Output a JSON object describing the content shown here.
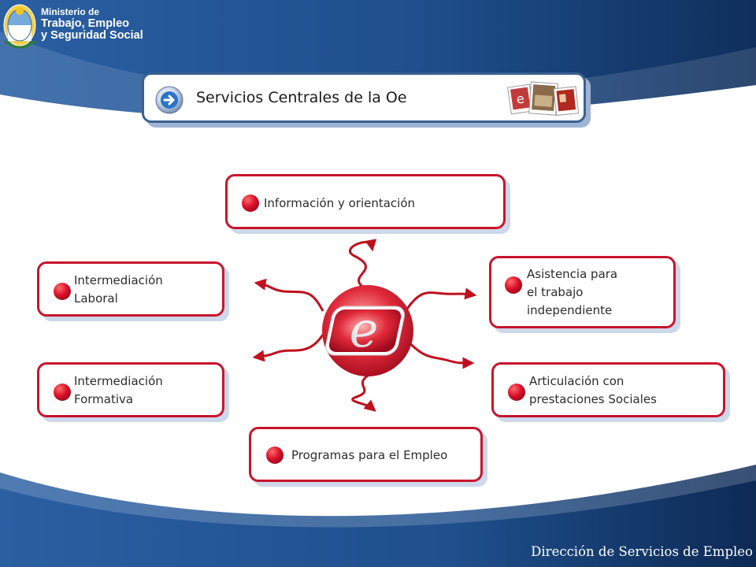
{
  "header": {
    "ministry_line1": "Ministerio de",
    "ministry_line2": "Trabajo, Empleo",
    "ministry_line3": "y Seguridad Social",
    "title": "Servicios Centrales de la Oe"
  },
  "center_icon": {
    "letter": "e"
  },
  "services": [
    {
      "id": "informacion",
      "label": "Información y  orientación"
    },
    {
      "id": "intermediacion-laboral",
      "label": "Intermediación\nLaboral"
    },
    {
      "id": "asistencia",
      "label": "Asistencia para\nel trabajo\nindependiente"
    },
    {
      "id": "intermediacion-formativa",
      "label": "Intermediación\nFormativa"
    },
    {
      "id": "articulacion",
      "label": "Articulación con\nprestaciones Sociales"
    },
    {
      "id": "programas",
      "label": "Programas para el Empleo"
    }
  ],
  "footer": {
    "text": "Dirección de Servicios de Empleo"
  },
  "colors": {
    "accent_red": "#c8142c",
    "header_blue": "#1f4f8c",
    "title_border": "#3a6190"
  },
  "icons": [
    "ministry-seal-icon",
    "arrow-right-circle-icon",
    "photo-collage-icon",
    "oe-logo-icon",
    "bullet-icon"
  ]
}
